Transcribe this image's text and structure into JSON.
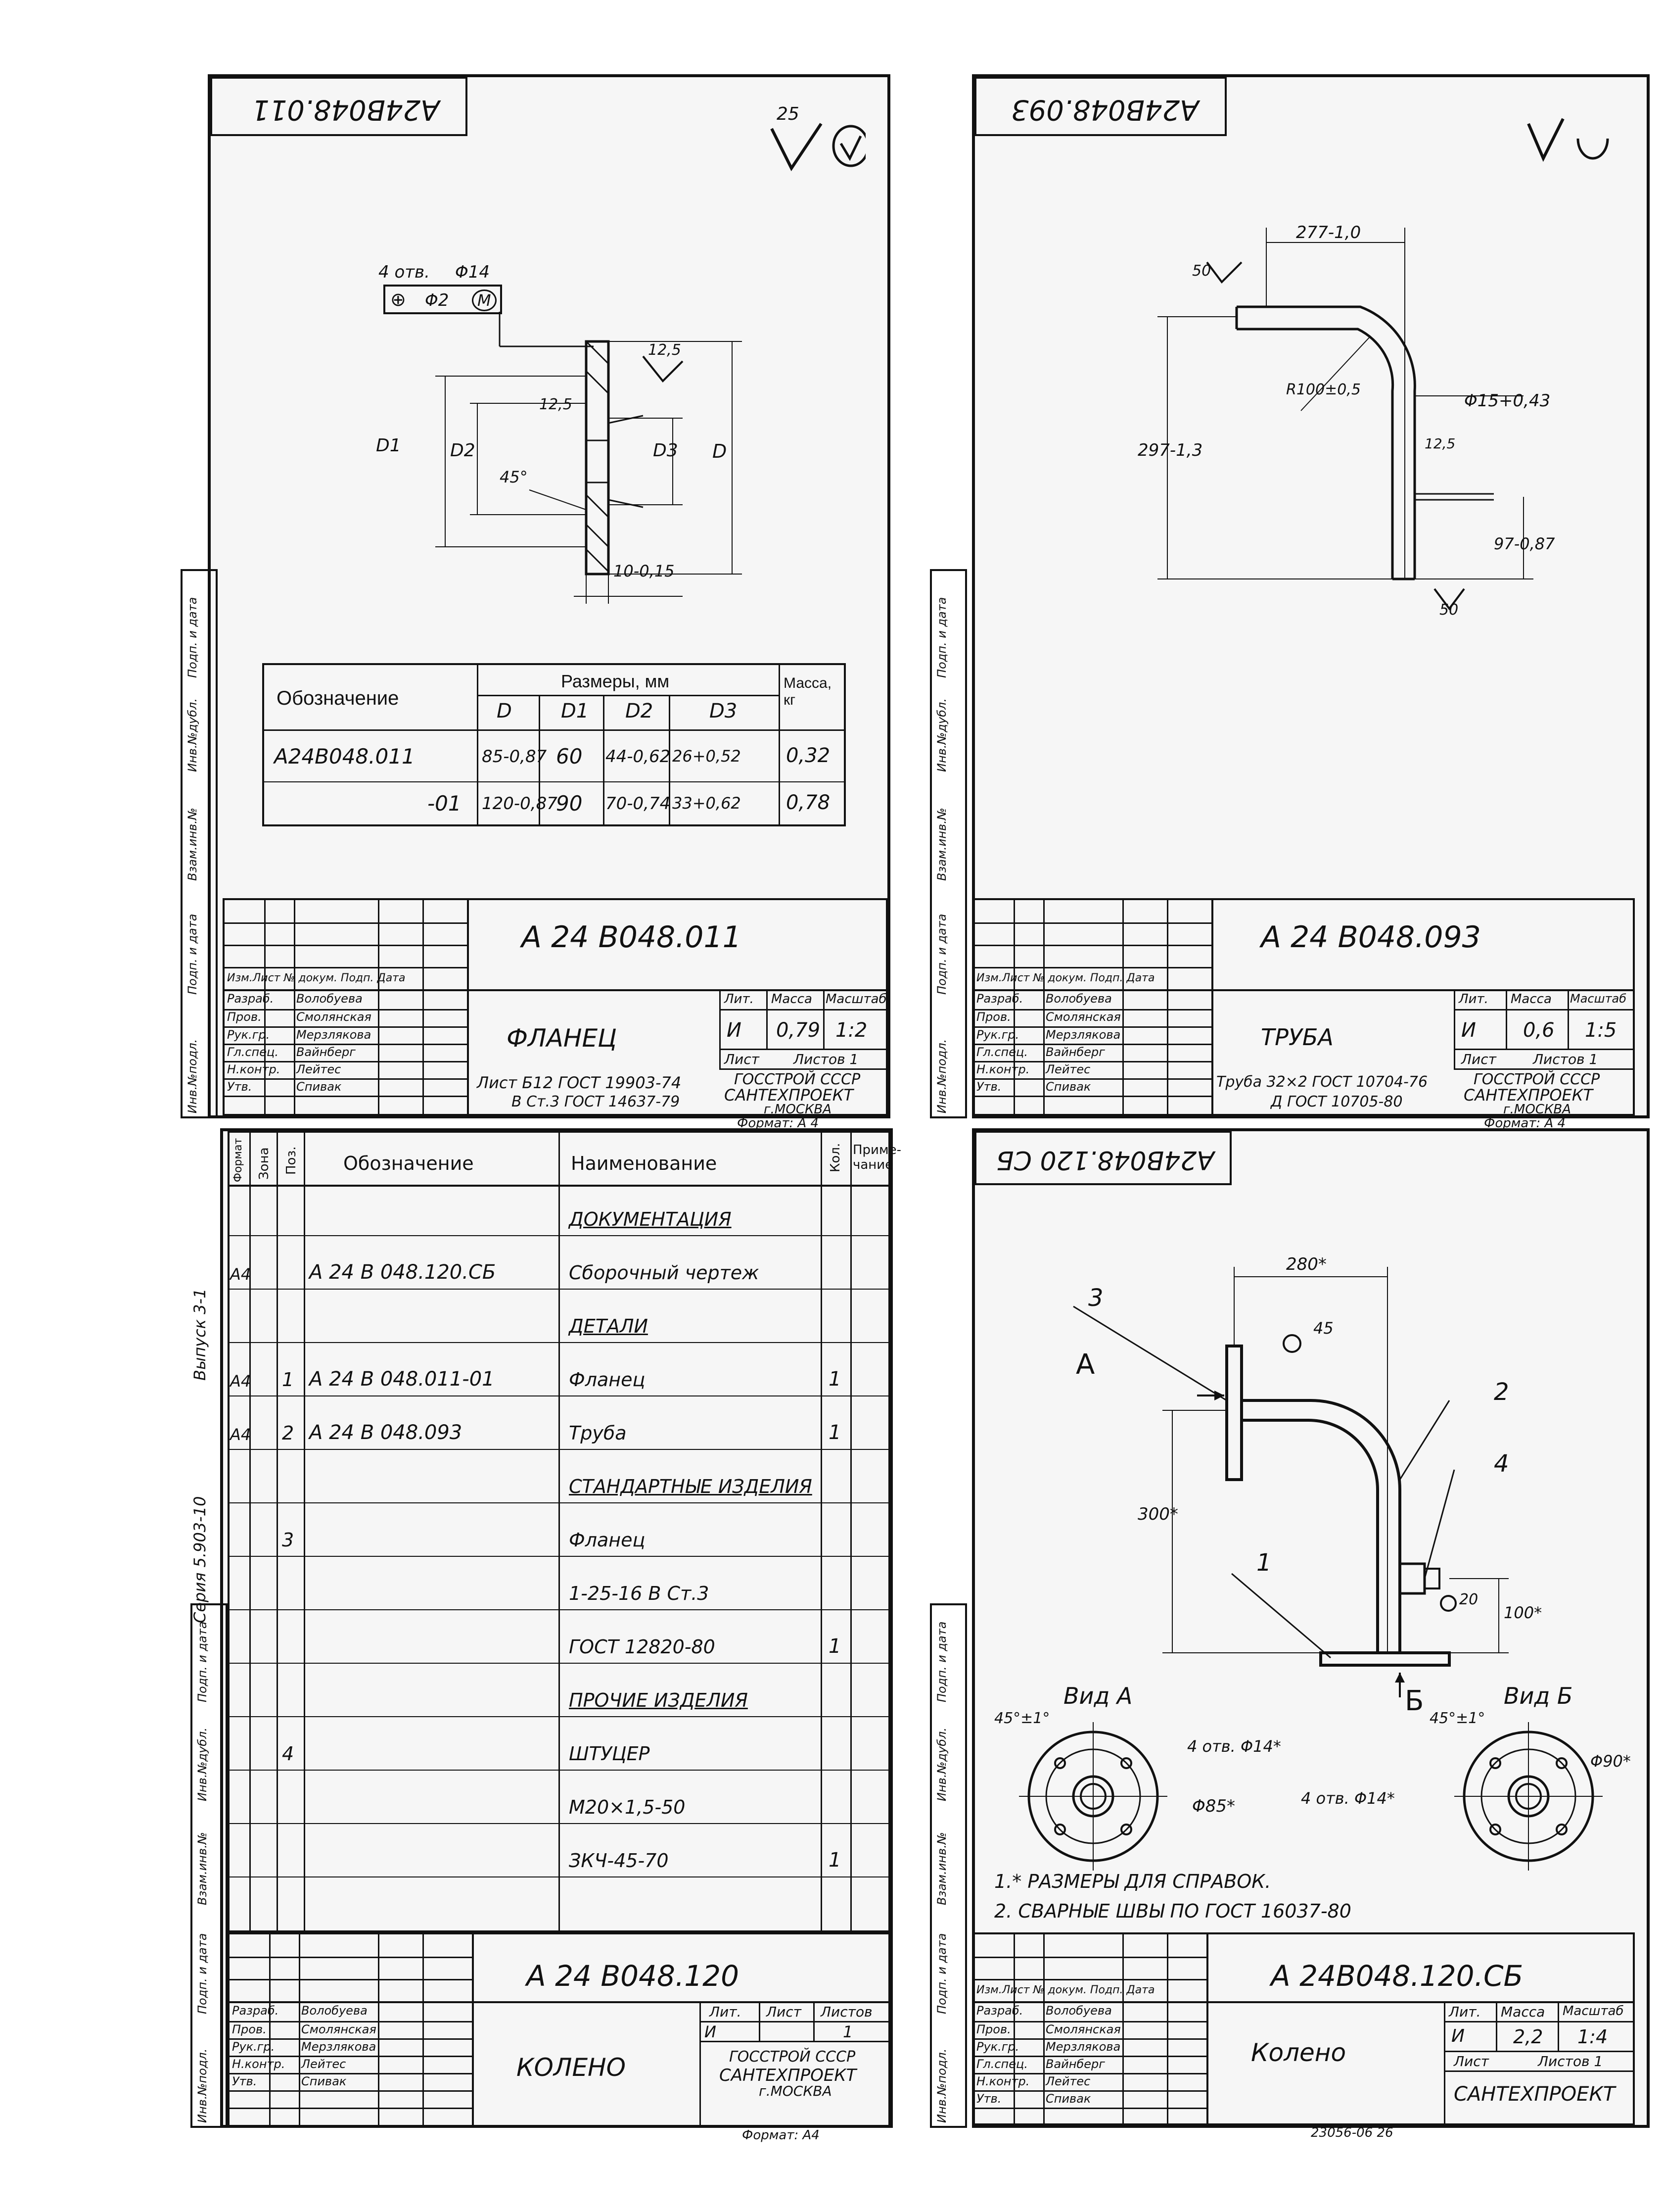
{
  "s1": {
    "code_flipped": "А24В048.011",
    "roughness_value": "25",
    "holes_note": "4 отв.",
    "hole_dia": "Φ14",
    "tol_pos": "Φ2",
    "tol_mod": "M",
    "dims": {
      "r1": "12,5",
      "r2": "12,5",
      "angle": "45°",
      "d": "D",
      "d1": "D1",
      "d2": "D2",
      "d3": "D3",
      "thk": "10-0,15"
    },
    "table_headers": {
      "designation": "Обозначение",
      "sizes": "Размеры, мм",
      "mass": "Масса, кг",
      "d": "D",
      "d1": "D1",
      "d2": "D2",
      "d3": "D3"
    },
    "rows": [
      {
        "name": "А24В048.011",
        "d": "85-0,87",
        "d1": "60",
        "d2": "44-0,62",
        "d3": "26+0,52",
        "m": "0,32"
      },
      {
        "name": "-01",
        "d": "120-0,87",
        "d1": "90",
        "d2": "70-0,74",
        "d3": "33+0,62",
        "m": "0,78"
      }
    ],
    "tb": {
      "code": "А 24 В048.011",
      "title": "ФЛАНЕЦ",
      "lit_h": "Лит.",
      "mass_h": "Масса",
      "scale_h": "Масштаб",
      "lit": "И",
      "mass": "0,79",
      "scale": "1:2",
      "sheet_h": "Лист",
      "sheets_h": "Листов 1",
      "mat1": "Лист  Б12 ГОСТ 19903-74",
      "mat2": "В Ст.3 ГОСТ 14637-79",
      "org1": "ГОССТРОЙ СССР",
      "org2": "САНТЕХПРОЕКТ",
      "org3": "г.МОСКВА",
      "format": "Формат: А 4",
      "roles": [
        "Изм.Лист № докум. Подп. Дата",
        "Разраб.",
        "Пров.",
        "Рук.гр.",
        "Гл.спец.",
        "Н.контр.",
        "Утв."
      ],
      "names": [
        "",
        "Волобуева",
        "Смолянская",
        "Мерзлякова",
        "Вайнберг",
        "Лейтес",
        "Спивак"
      ]
    }
  },
  "s2": {
    "code_flipped": "А24В048.093",
    "dims": {
      "len": "277-1,0",
      "h": "297-1,3",
      "r": "R100±0,5",
      "hole": "Φ15+0,43",
      "h2": "97-0,87",
      "r50a": "50",
      "r50b": "50",
      "r125": "12,5"
    },
    "tb": {
      "code": "А 24 В048.093",
      "title": "ТРУБА",
      "lit_h": "Лит.",
      "mass_h": "Масса",
      "scale_h": "Масштаб",
      "lit": "И",
      "mass": "0,6",
      "scale": "1:5",
      "sheet_h": "Лист",
      "sheets_h": "Листов 1",
      "mat1": "Труба 32×2 ГОСТ 10704-76",
      "mat2": "Д ГОСТ 10705-80",
      "org1": "ГОССТРОЙ СССР",
      "org2": "САНТЕХПРОЕКТ",
      "org3": "г.МОСКВА",
      "format": "Формат: А 4"
    }
  },
  "s3": {
    "side_series": "Серия 5.903-10",
    "side_issue": "Выпуск 3-1",
    "headers": {
      "fmt": "Формат",
      "zone": "Зона",
      "pos": "Поз.",
      "designation": "Обозначение",
      "name": "Наименование",
      "qty": "Кол.",
      "note": "Приме-чание"
    },
    "rows": [
      {
        "fmt": "",
        "pos": "",
        "des": "",
        "name": "ДОКУМЕНТАЦИЯ",
        "qty": ""
      },
      {
        "fmt": "А4",
        "pos": "",
        "des": "А 24 В 048.120.СБ",
        "name": "Сборочный чертеж",
        "qty": ""
      },
      {
        "fmt": "",
        "pos": "",
        "des": "",
        "name": "ДЕТАЛИ",
        "qty": ""
      },
      {
        "fmt": "А4",
        "pos": "1",
        "des": "А 24 В 048.011-01",
        "name": "Фланец",
        "qty": "1"
      },
      {
        "fmt": "А4",
        "pos": "2",
        "des": "А 24 В 048.093",
        "name": "Труба",
        "qty": "1"
      },
      {
        "fmt": "",
        "pos": "",
        "des": "",
        "name": "СТАНДАРТНЫЕ ИЗДЕЛИЯ",
        "qty": ""
      },
      {
        "fmt": "",
        "pos": "3",
        "des": "",
        "name": "Фланец",
        "qty": ""
      },
      {
        "fmt": "",
        "pos": "",
        "des": "",
        "name": "1-25-16  В Ст.3",
        "qty": ""
      },
      {
        "fmt": "",
        "pos": "",
        "des": "",
        "name": "ГОСТ 12820-80",
        "qty": "1"
      },
      {
        "fmt": "",
        "pos": "",
        "des": "",
        "name": "ПРОЧИЕ ИЗДЕЛИЯ",
        "qty": ""
      },
      {
        "fmt": "",
        "pos": "4",
        "des": "",
        "name": "ШТУЦЕР",
        "qty": ""
      },
      {
        "fmt": "",
        "pos": "",
        "des": "",
        "name": "М20×1,5-50",
        "qty": ""
      },
      {
        "fmt": "",
        "pos": "",
        "des": "",
        "name": "ЗКЧ-45-70",
        "qty": "1"
      }
    ],
    "tb": {
      "code": "А 24 В048.120",
      "title": "КОЛЕНО",
      "lit_h": "Лит.",
      "sheet_h": "Лист",
      "sheets_h": "Листов",
      "lit": "И",
      "sheets": "1",
      "org1": "ГОССТРОЙ СССР",
      "org2": "САНТЕХПРОЕКТ",
      "org3": "г.МОСКВА",
      "format": "Формат: А4"
    }
  },
  "s4": {
    "code_flipped": "А24В048.120 СБ",
    "view_a": "А",
    "view_b": "Б",
    "dims": {
      "w": "280*",
      "h": "300*",
      "h2": "100*",
      "w5": "45",
      "w20": "20"
    },
    "callouts": [
      "1",
      "2",
      "3",
      "4"
    ],
    "vid_a": "Вид А",
    "vid_b": "Вид Б",
    "angle_a": "45°±1°",
    "angle_b": "45°±1°",
    "holes_a": "4 отв. Φ14*",
    "holes_b": "4 отв. Φ14*",
    "dia_a": "Φ85*",
    "dia_b": "Φ90*",
    "note1": "1.* РАЗМЕРЫ ДЛЯ СПРАВОК.",
    "note2": "2. СВАРНЫЕ ШВЫ ПО ГОСТ 16037-80",
    "tb": {
      "code": "А 24В048.120.СБ",
      "title": "Колено",
      "lit_h": "Лит.",
      "mass_h": "Масса",
      "scale_h": "Масштаб",
      "lit": "И",
      "mass": "2,2",
      "scale": "1:4",
      "sheet_h": "Лист",
      "sheets_h": "Листов 1",
      "org": "САНТЕХПРОЕКТ",
      "footer": "23056-06   26"
    }
  },
  "margin": {
    "labels": [
      "Инв.№подл.",
      "Подп. и дата",
      "Взам.инв.№",
      "Инв.№дубл.",
      "Подп. и дата"
    ]
  }
}
